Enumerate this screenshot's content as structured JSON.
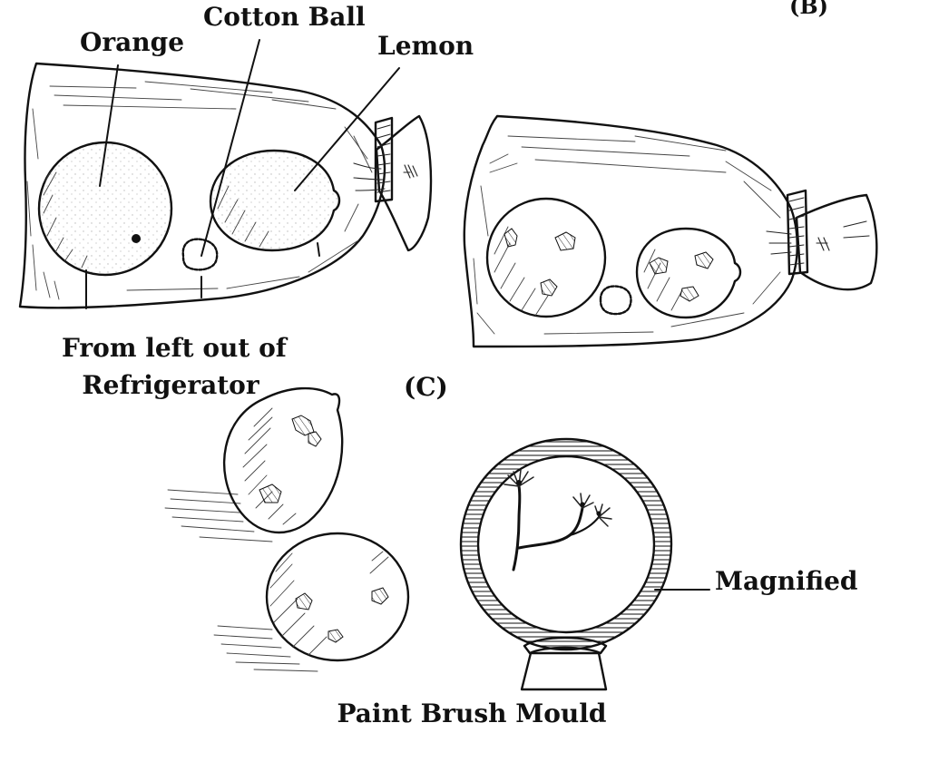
{
  "panels": {
    "a": {
      "labels": {
        "orange": "Orange",
        "cotton_ball": "Cotton Ball",
        "lemon": "Lemon",
        "caption_line1": "From left out of",
        "caption_line2": "Refrigerator"
      }
    },
    "b": {
      "tag": "(B)"
    },
    "c": {
      "tag": "(C)",
      "labels": {
        "magnified": "Magnified",
        "caption": "Paint Brush Mould"
      }
    }
  },
  "colors": {
    "ink": "#111111",
    "background": "#ffffff"
  }
}
